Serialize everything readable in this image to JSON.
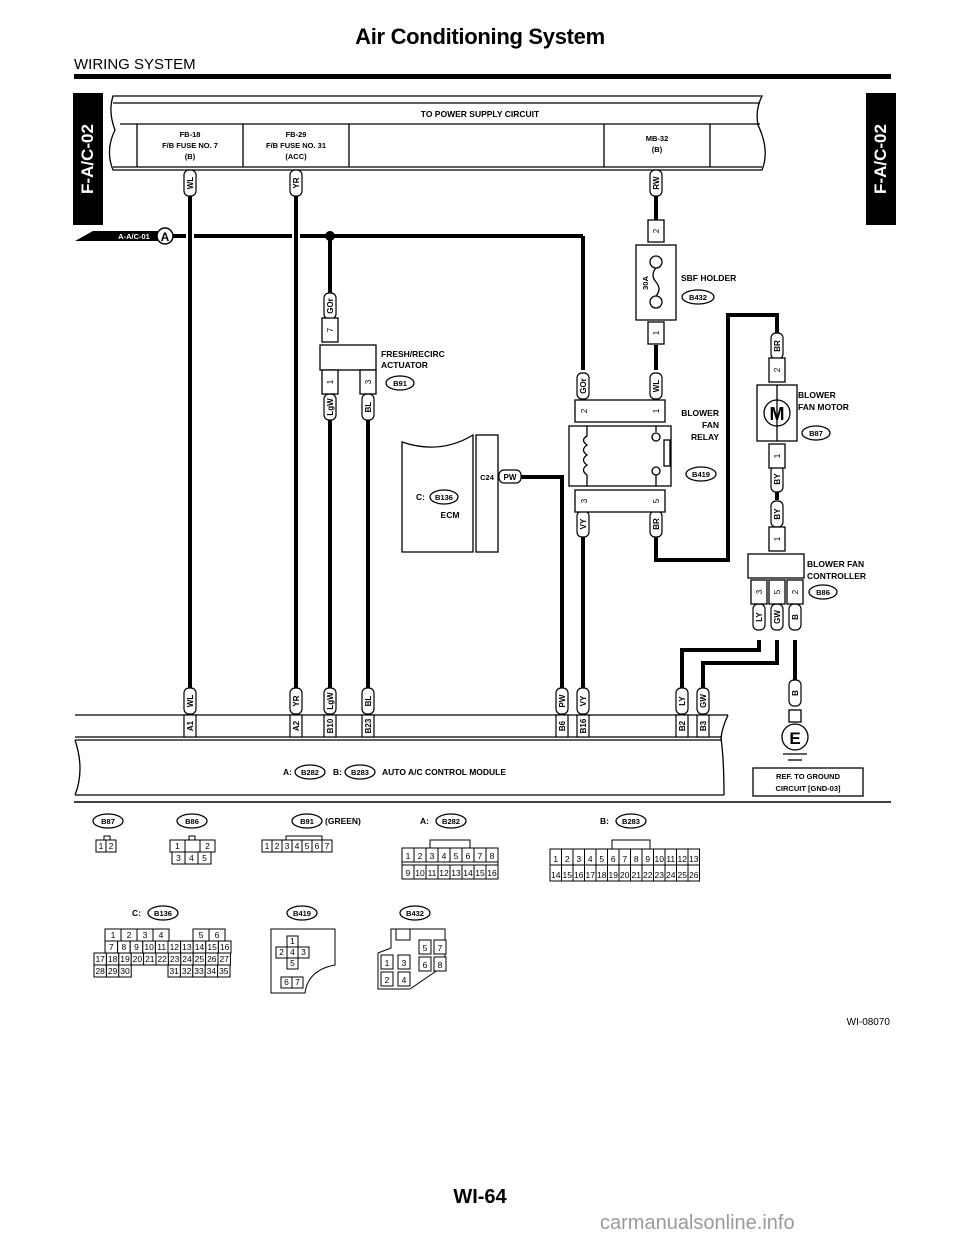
{
  "header": {
    "title": "Air Conditioning System",
    "section": "WIRING SYSTEM"
  },
  "footer": {
    "page_number": "WI-64",
    "figure_id": "WI-08070",
    "watermark": "carmanualsonline.info"
  },
  "side_tabs": {
    "left": "F-A/C-02",
    "right": "F-A/C-02"
  },
  "power_supply": {
    "title": "TO POWER SUPPLY CIRCUIT",
    "fuses": [
      {
        "line1": "FB-18",
        "line2": "F/B FUSE NO. 7",
        "line3": "(B)"
      },
      {
        "line1": "FB-29",
        "line2": "F/B FUSE NO. 31",
        "line3": "(ACC)"
      },
      {
        "line1": "MB-32",
        "line2": "(B)",
        "line3": ""
      }
    ]
  },
  "offpage_connector": {
    "ref": "A-A/C-01",
    "letter": "A"
  },
  "components": {
    "sbf_holder": {
      "name": "SBF HOLDER",
      "connector": "B432",
      "rating": "30A",
      "pin_top": "2",
      "pin_bottom": "1"
    },
    "actuator": {
      "name_line1": "FRESH/RECIRC",
      "name_line2": "ACTUATOR",
      "connector": "B91",
      "pins": [
        "7",
        "1",
        "3"
      ]
    },
    "ecm": {
      "name": "ECM",
      "prefix": "C:",
      "connector": "B136",
      "pin": "C24"
    },
    "relay": {
      "name_line1": "BLOWER",
      "name_line2": "FAN",
      "name_line3": "RELAY",
      "connector": "B419",
      "pins": [
        "2",
        "1",
        "3",
        "5"
      ]
    },
    "motor": {
      "name_line1": "BLOWER",
      "name_line2": "FAN MOTOR",
      "connector": "B87",
      "symbol": "M",
      "pins": [
        "2",
        "1"
      ]
    },
    "controller": {
      "name_line1": "BLOWER FAN",
      "name_line2": "CONTROLLER",
      "connector": "B86",
      "pins": [
        "1",
        "3",
        "5",
        "2"
      ]
    },
    "module": {
      "prefix_a": "A:",
      "connector_a": "B282",
      "prefix_b": "B:",
      "connector_b": "B283",
      "name": "AUTO A/C CONTROL MODULE",
      "pins": [
        "A1",
        "A2",
        "B10",
        "B23",
        "B6",
        "B16",
        "B2",
        "B3"
      ]
    },
    "ground": {
      "symbol": "E",
      "ref_line1": "REF. TO GROUND",
      "ref_line2": "CIRCUIT [GND-03]"
    }
  },
  "wire_colors": {
    "fuse7": "WL",
    "fuse31": "YR",
    "mb32": "RW",
    "act7": "GOr",
    "act1": "LgW",
    "act3": "BL",
    "relay2": "GOr",
    "relay1": "WL",
    "relay3": "VY",
    "relay5": "BR",
    "motor2": "BR",
    "motor1": "BY",
    "ctrl1": "BY",
    "ctrl3": "LY",
    "ctrl5": "GW",
    "ctrl2": "B",
    "ecm": "PW",
    "ground": "B",
    "mod_a1": "WL",
    "mod_a2": "YR",
    "mod_b10": "LgW",
    "mod_b23": "BL",
    "mod_b6": "PW",
    "mod_b16": "VY",
    "mod_b2": "LY",
    "mod_b3": "GW"
  },
  "connector_views": {
    "b87": {
      "label": "B87",
      "pins": [
        "1",
        "2"
      ]
    },
    "b86": {
      "label": "B86",
      "row1": [
        "1",
        "",
        "2"
      ],
      "row2": [
        "3",
        "4",
        "5"
      ]
    },
    "b91": {
      "label": "B91",
      "note": "(GREEN)",
      "pins": [
        "1",
        "2",
        "3",
        "4",
        "5",
        "6",
        "7"
      ]
    },
    "b282": {
      "prefix": "A:",
      "label": "B282",
      "row1": [
        "1",
        "2",
        "3",
        "4",
        "5",
        "6",
        "7",
        "8"
      ],
      "row2": [
        "9",
        "10",
        "11",
        "12",
        "13",
        "14",
        "15",
        "16"
      ]
    },
    "b283": {
      "prefix": "B:",
      "label": "B283",
      "row1": [
        "1",
        "2",
        "3",
        "4",
        "5",
        "6",
        "7",
        "8",
        "9",
        "10",
        "11",
        "12",
        "13"
      ],
      "row2": [
        "14",
        "15",
        "16",
        "17",
        "18",
        "19",
        "20",
        "21",
        "22",
        "23",
        "24",
        "25",
        "26"
      ]
    },
    "b136": {
      "prefix": "C:",
      "label": "B136",
      "row1": [
        "1",
        "2",
        "3",
        "4",
        "5",
        "6"
      ],
      "row2": [
        "7",
        "8",
        "9",
        "10",
        "11",
        "12",
        "13",
        "14",
        "15",
        "16"
      ],
      "row3": [
        "17",
        "18",
        "19",
        "20",
        "21",
        "22",
        "23",
        "24",
        "25",
        "26",
        "27"
      ],
      "row4a": [
        "28",
        "29",
        "30"
      ],
      "row4b": [
        "31",
        "32",
        "33",
        "34",
        "35"
      ]
    },
    "b419": {
      "label": "B419",
      "pins": [
        "1",
        "2",
        "4",
        "3",
        "5",
        "6",
        "7"
      ]
    },
    "b432": {
      "label": "B432",
      "pins": [
        "1",
        "2",
        "3",
        "4",
        "5",
        "6",
        "7",
        "8"
      ]
    }
  }
}
